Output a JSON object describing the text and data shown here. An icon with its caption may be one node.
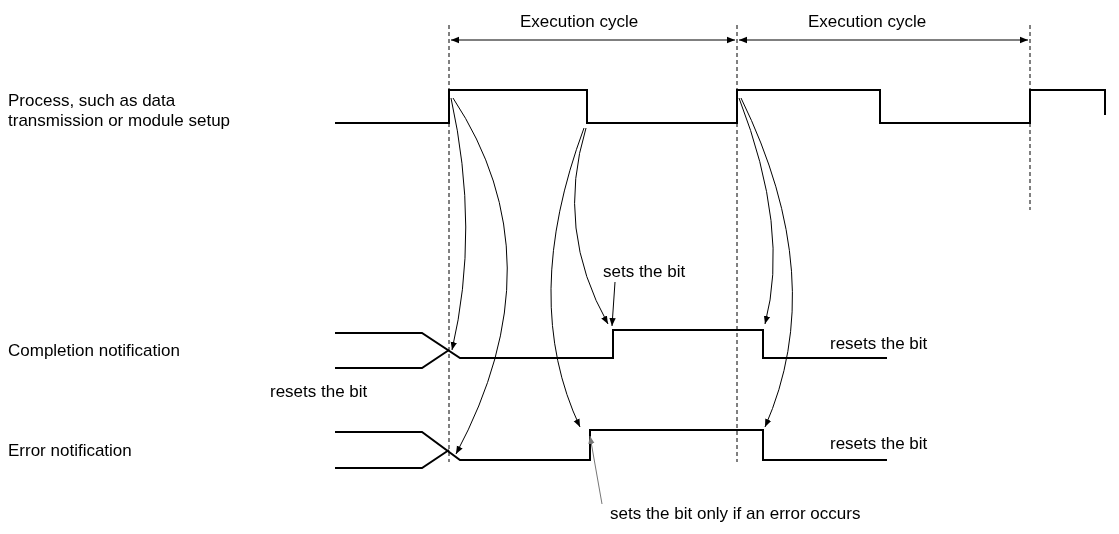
{
  "diagram": {
    "nodes": [
      {
        "text": [
          "sets the bit"
        ]
      },
      {
        "text": [
          "sets the bit only if an error occurs"
        ]
      }
    ],
    "edges": [
      {
        "from": 0,
        "to": null,
        "arrow": "to"
      },
      {
        "from": 1,
        "to": null,
        "arrow": "to",
        "color": "#777777"
      }
    ],
    "labels": [
      "Execution cycle",
      "Execution cycle",
      "Process, such as data transmission or module setup",
      "resets the bit",
      "Completion notification",
      "resets the bit",
      "Error notification",
      "resets the bit"
    ]
  }
}
